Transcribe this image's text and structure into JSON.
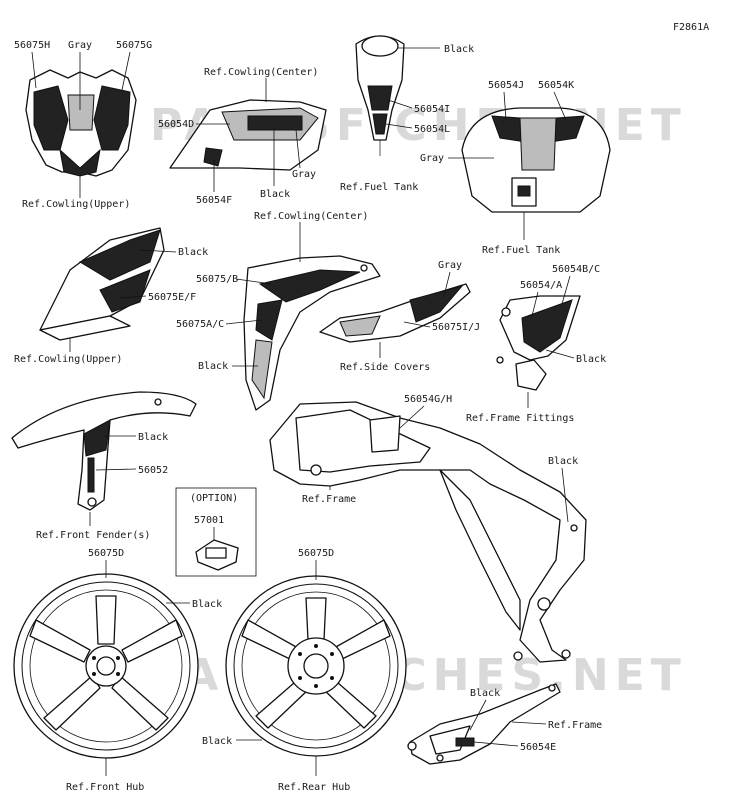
{
  "figure_code": "F2861A",
  "watermark_text": "PARTSFICHES.NET",
  "labels": {
    "p56075H": "56075H",
    "gray_top": "Gray",
    "p56075G": "56075G",
    "ref_cowl_upper_1": "Ref.Cowling(Upper)",
    "ref_cowl_center_1": "Ref.Cowling(Center)",
    "p56054D": "56054D",
    "gray_side": "Gray",
    "black_side": "Black",
    "p56054F": "56054F",
    "black_tank": "Black",
    "p56054I": "56054I",
    "p56054L": "56054L",
    "ref_fuel_tank_1": "Ref.Fuel Tank",
    "p56054J": "56054J",
    "p56054K": "56054K",
    "gray_tank": "Gray",
    "ref_fuel_tank_2": "Ref.Fuel Tank",
    "black_upper2": "Black",
    "p56075EF": "56075E/F",
    "ref_cowl_upper_2": "Ref.Cowling(Upper)",
    "ref_cowl_center_2": "Ref.Cowling(Center)",
    "p56075B": "56075/B",
    "p56075AC": "56075A/C",
    "black_center": "Black",
    "gray_covers": "Gray",
    "p56075IJ": "56075I/J",
    "ref_side_covers": "Ref.Side Covers",
    "p56054BC": "56054B/C",
    "p56054A": "56054/A",
    "black_fittings": "Black",
    "ref_frame_fittings": "Ref.Frame Fittings",
    "black_fender": "Black",
    "p56052": "56052",
    "ref_front_fender": "Ref.Front Fender(s)",
    "option": "(OPTION)",
    "p57001": "57001",
    "p56054GH": "56054G/H",
    "ref_frame_1": "Ref.Frame",
    "black_frame": "Black",
    "p56075D_front": "56075D",
    "black_front_wheel": "Black",
    "ref_front_hub": "Ref.Front Hub",
    "p56075D_rear": "56075D",
    "black_rear_wheel": "Black",
    "ref_rear_hub": "Ref.Rear Hub",
    "black_bracket": "Black",
    "ref_frame_2": "Ref.Frame",
    "p56054E": "56054E"
  },
  "colors": {
    "ink": "#111111",
    "watermark": "#d9d9d9",
    "decal_dark": "#222222",
    "decal_grey": "#bcbcbc"
  }
}
